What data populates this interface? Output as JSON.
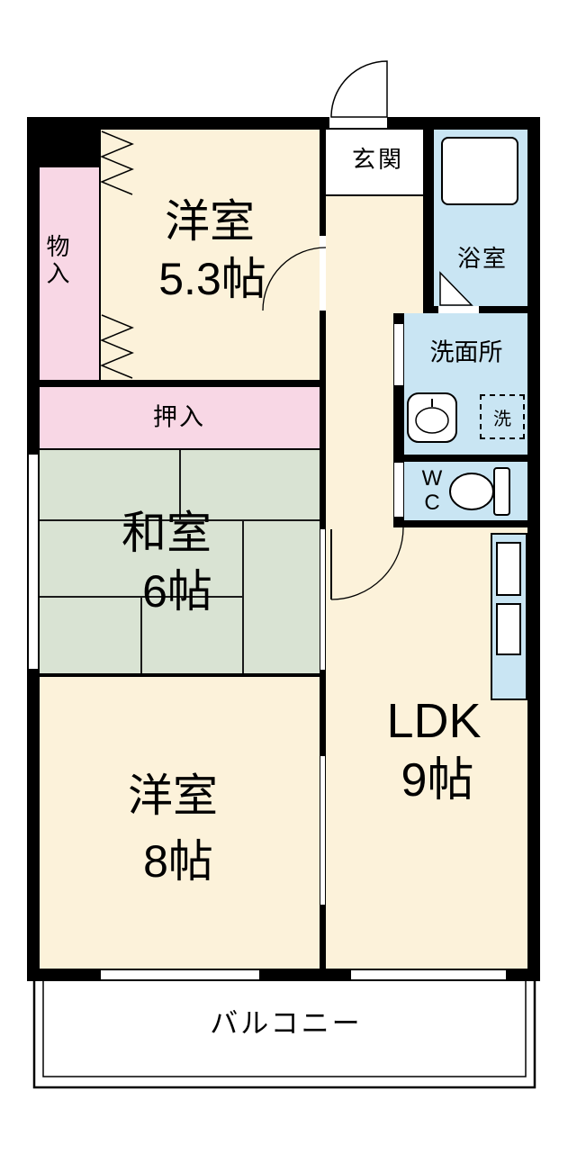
{
  "colors": {
    "wall": "#000000",
    "cream": "#FCF2DA",
    "pink": "#F8D7E5",
    "blue": "#C9E5F3",
    "green": "#D9E3D3",
    "white": "#FFFFFF"
  },
  "rooms": {
    "genkan": {
      "label": "玄関"
    },
    "western_room_small": {
      "label": "洋室",
      "size": "5.3帖"
    },
    "storage": {
      "label": "物入"
    },
    "bathroom": {
      "label": "浴室"
    },
    "washroom": {
      "label": "洗面所"
    },
    "washer_space": {
      "label": "洗"
    },
    "toilet": {
      "label": "W\nC"
    },
    "closet": {
      "label": "押入"
    },
    "japanese_room": {
      "label": "和室",
      "size": "6帖"
    },
    "ldk": {
      "label": "LDK",
      "size": "9帖"
    },
    "western_room_large": {
      "label": "洋室",
      "size": "8帖"
    },
    "balcony": {
      "label": "バルコニー"
    }
  },
  "icons": {
    "entrance_door": "swing-door-icon",
    "bedroom_door": "swing-door-icon",
    "hall_ldk_door": "swing-door-icon",
    "bathroom_door": "folding-door-icon",
    "closet_doors": "accordion-door-icon",
    "bathtub": "bathtub-icon",
    "sink": "sink-icon",
    "toilet_bowl": "toilet-icon",
    "kitchen": "kitchen-counter-icon",
    "washer": "washing-machine-space-icon"
  }
}
